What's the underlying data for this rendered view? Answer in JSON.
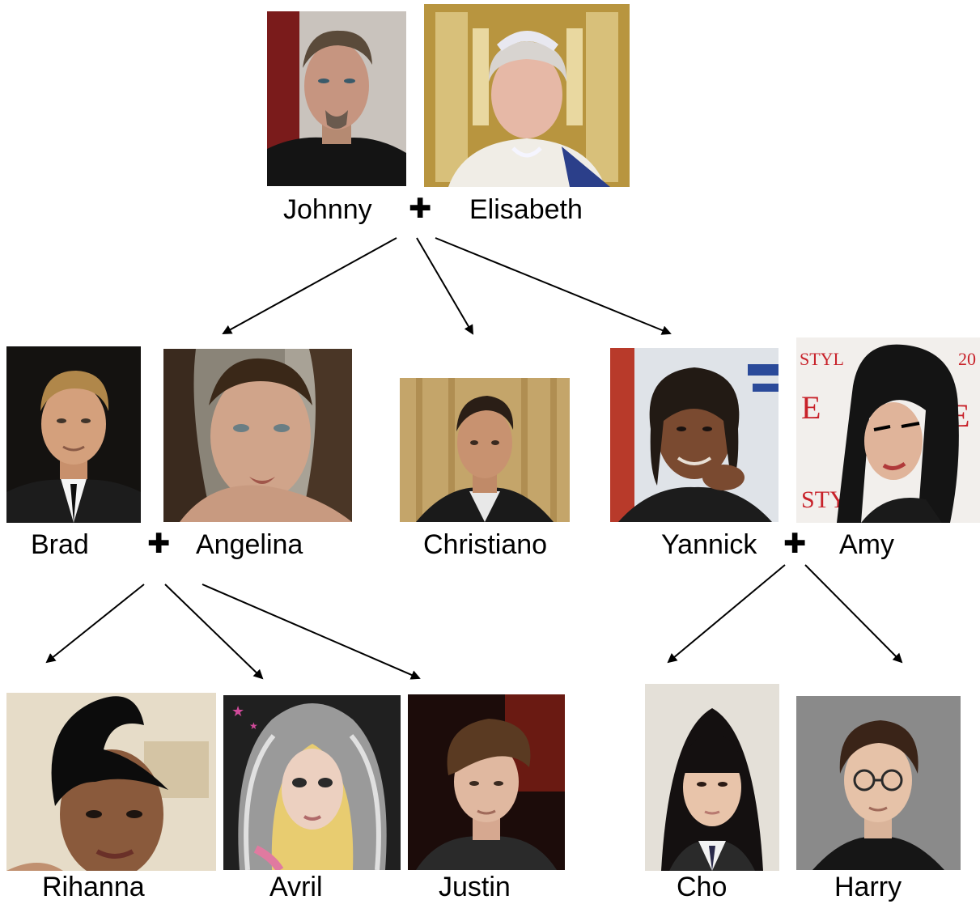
{
  "couple1": {
    "person1": "Johnny",
    "plus": "✚",
    "person2": "Elisabeth"
  },
  "couple2": {
    "person1": "Brad",
    "plus": "✚",
    "person2": "Angelina"
  },
  "single": {
    "person": "Christiano"
  },
  "couple3": {
    "person1": "Yannick",
    "plus": "✚",
    "person2": "Amy"
  },
  "children_couple2": [
    "Rihanna",
    "Avril",
    "Justin"
  ],
  "children_couple3": [
    "Cho",
    "Harry"
  ],
  "colors": {
    "arrow": "#000000",
    "text": "#000000",
    "background": "#ffffff"
  }
}
